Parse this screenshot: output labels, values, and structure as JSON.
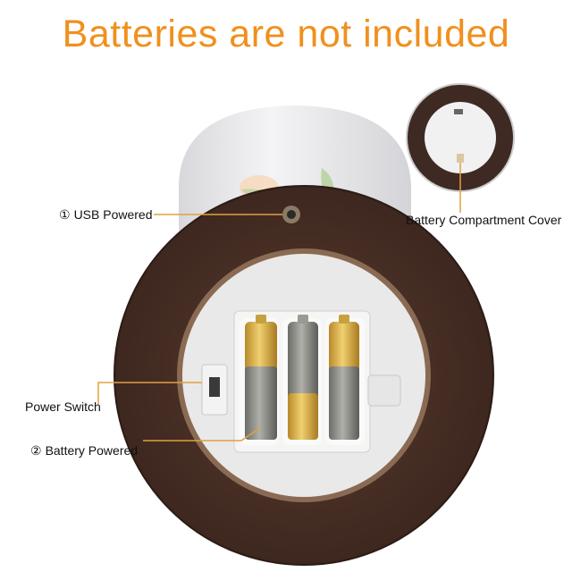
{
  "headline": "Batteries are not included",
  "colors": {
    "headline": "#f0901e",
    "callout_line": "#e0a040",
    "wood": "#4a3128",
    "battery_gold": "#d9b04a",
    "battery_gray": "#8c8c86"
  },
  "callouts": {
    "usb": {
      "number": "①",
      "text": "USB Powered"
    },
    "cover": {
      "text": "Battery Compartment Cover"
    },
    "switch": {
      "text": "Power Switch"
    },
    "battery": {
      "number": "②",
      "text": "Battery Powered"
    }
  },
  "battery_count": 3
}
